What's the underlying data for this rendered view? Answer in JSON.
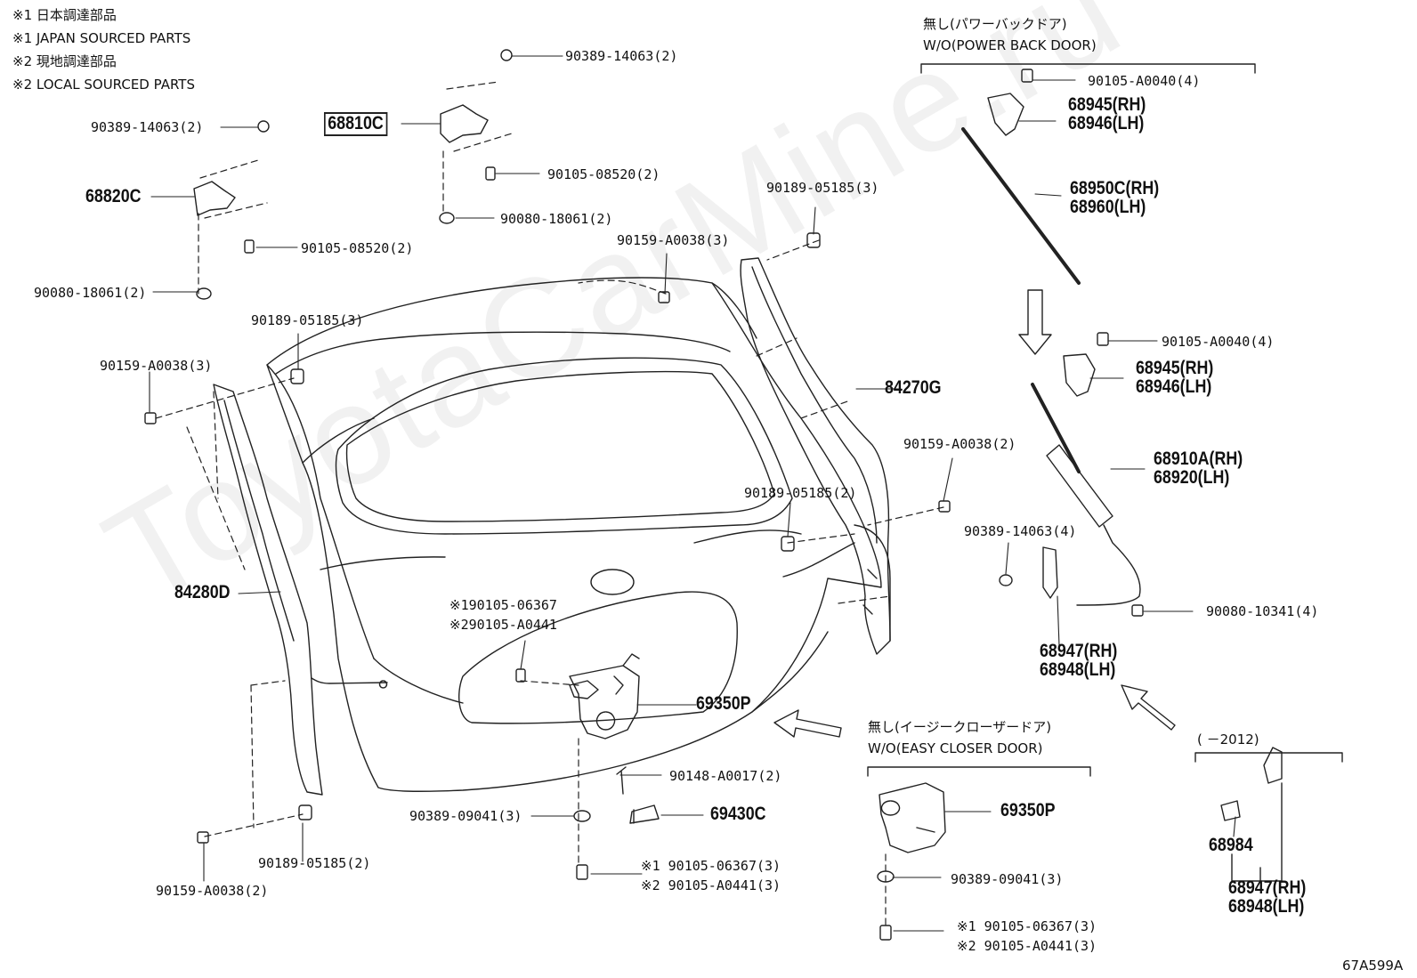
{
  "watermark": "ToyotaCarMine.ru",
  "notes": {
    "n1_jp": "※1 日本調達部品",
    "n1_en": "※1 JAPAN SOURCED PARTS",
    "n2_jp": "※2 現地調達部品",
    "n2_en": "※2 LOCAL SOURCED PARTS"
  },
  "groups": {
    "power_door_jp": "無し(パワーバックドア)",
    "power_door_en": "W/O(POWER BACK DOOR)",
    "easy_closer_jp": "無し(イージークローザードア)",
    "easy_closer_en": "W/O(EASY CLOSER DOOR)",
    "year_range": "(   －2012)"
  },
  "parts": {
    "p68810C": "68810C",
    "p90389_14063_a": "90389-14063(2)",
    "p90105_08520_a": "90105-08520(2)",
    "p90080_18061_a": "90080-18061(2)",
    "p90389_14063_b": "90389-14063(2)",
    "p68820C": "68820C",
    "p90105_08520_b": "90105-08520(2)",
    "p90080_18061_b": "90080-18061(2)",
    "p90189_05185_top": "90189-05185(3)",
    "p90159_A0038_top": "90159-A0038(3)",
    "p90189_05185_left": "90189-05185(3)",
    "p90159_A0038_left": "90159-A0038(3)",
    "p84270G": "84270G",
    "p90159_A0038_right": "90159-A0038(2)",
    "p90189_05185_mid": "90189-05185(2)",
    "p84280D": "84280D",
    "p90105_06367_top": "※190105-06367",
    "p90105_A0441_top": "※290105-A0441",
    "p69350P": "69350P",
    "p90148_A0017": "90148-A0017(2)",
    "p90389_09041": "90389-09041(3)",
    "p69430C": "69430C",
    "p90105_06367_bot": "※1 90105-06367(3)",
    "p90105_A0441_bot": "※2 90105-A0441(3)",
    "p90189_05185_bot": "90189-05185(2)",
    "p90159_A0038_bot": "90159-A0038(2)",
    "p90105_A0040_a": "90105-A0040(4)",
    "p68945_a": "68945(RH)",
    "p68946_a": "68946(LH)",
    "p68950C": "68950C(RH)",
    "p68960": "68960(LH)",
    "p90105_A0040_b": "90105-A0040(4)",
    "p68945_b": "68945(RH)",
    "p68946_b": "68946(LH)",
    "p68910A": "68910A(RH)",
    "p68920": "68920(LH)",
    "p90389_14063_c": "90389-14063(4)",
    "p90080_10341": "90080-10341(4)",
    "p68947_a": "68947(RH)",
    "p68948_a": "68948(LH)",
    "p69350P_b": "69350P",
    "p90389_09041_b": "90389-09041(3)",
    "p90105_06367_b": "※1 90105-06367(3)",
    "p90105_A0441_b": "※2 90105-A0441(3)",
    "p68984": "68984",
    "p68947_b": "68947(RH)",
    "p68948_b": "68948(LH)",
    "figure_code": "67A599A"
  }
}
